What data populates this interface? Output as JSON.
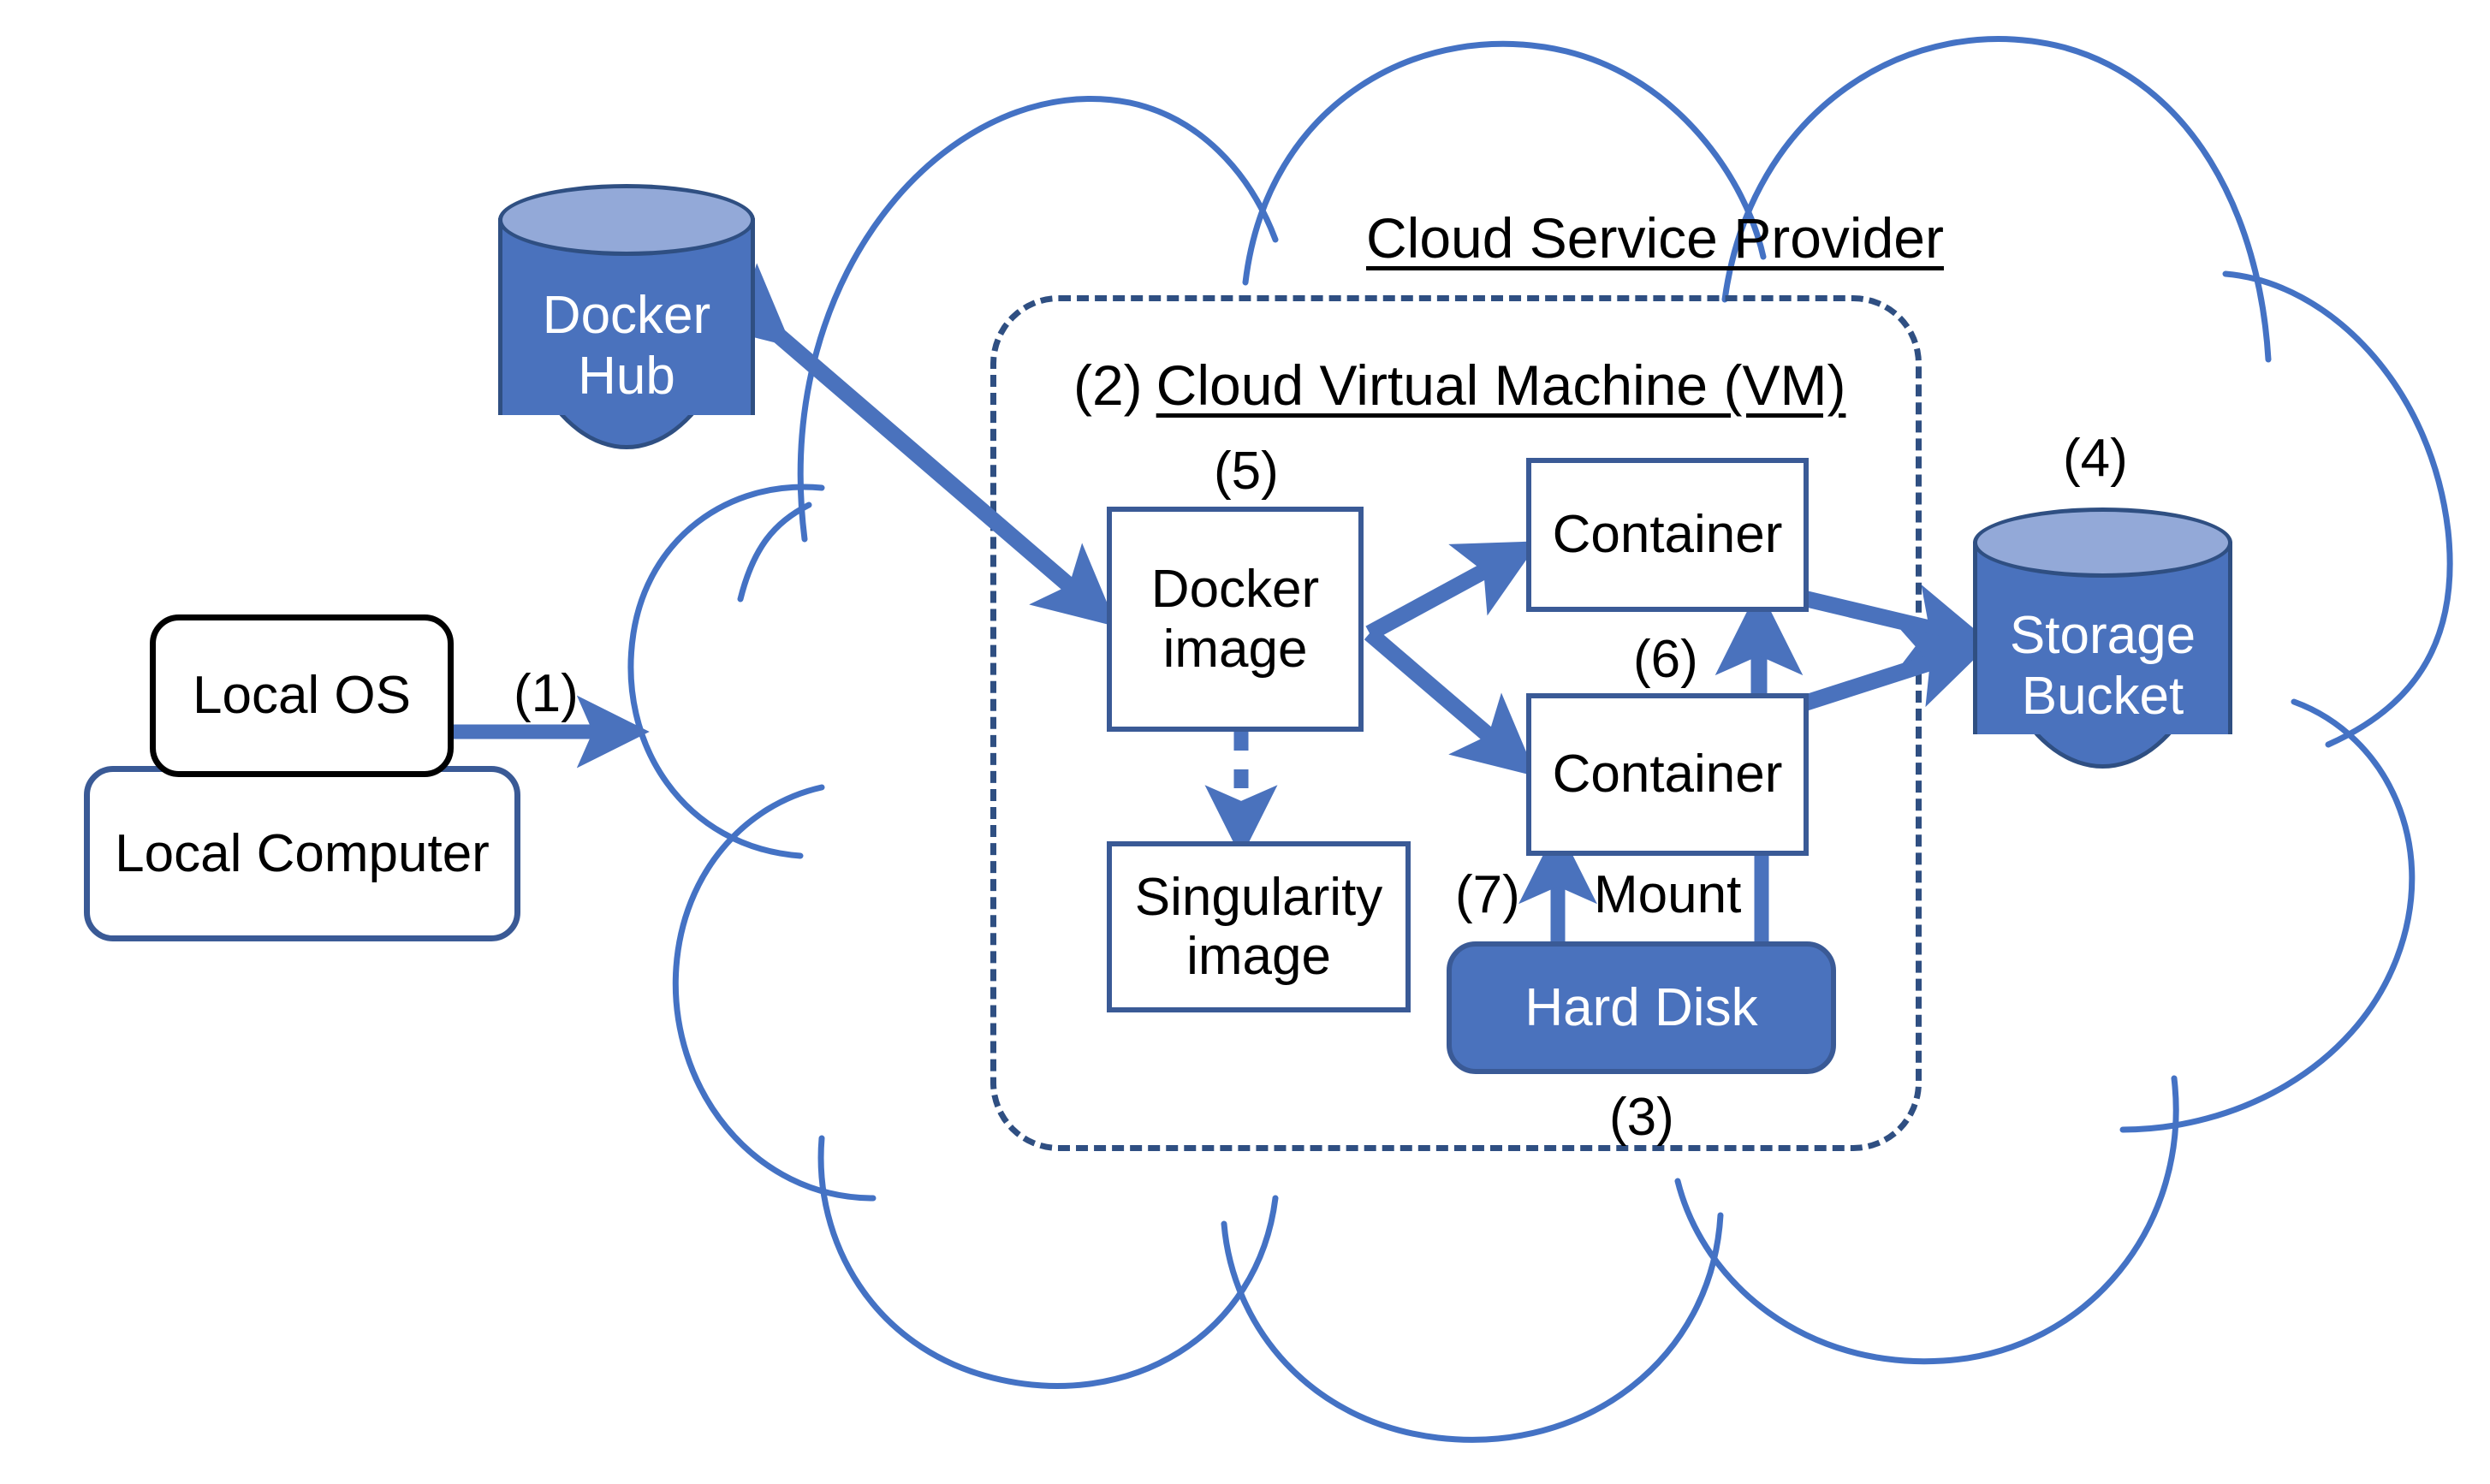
{
  "diagram": {
    "title_cloud": "Cloud Service Provider",
    "title_vm_prefix": "(2)",
    "title_vm": "Cloud Virtual Machine (VM)"
  },
  "nodes": {
    "local_os": "Local OS",
    "local_computer": "Local Computer",
    "docker_hub": "Docker\nHub",
    "docker_hub_line1": "Docker",
    "docker_hub_line2": "Hub",
    "docker_image_line1": "Docker",
    "docker_image_line2": "image",
    "singularity_line1": "Singularity",
    "singularity_line2": "image",
    "container_top": "Container",
    "container_bottom": "Container",
    "hard_disk": "Hard Disk",
    "storage_bucket_line1": "Storage",
    "storage_bucket_line2": "Bucket"
  },
  "labels": {
    "step1": "(1)",
    "step2": "(2)",
    "step3": "(3)",
    "step4": "(4)",
    "step5": "(5)",
    "step6": "(6)",
    "step7": "(7)",
    "mount": "Mount"
  },
  "colors": {
    "cloud_outline": "#4472c4",
    "box_border": "#3a5a96",
    "arrow": "#4a72bd",
    "cylinder_body": "#4a72bd",
    "cylinder_top": "#93a9d8",
    "cylinder_edge": "#2f4f82",
    "fill_blue": "#4a72bd",
    "text": "#000000",
    "text_on_fill": "#ffffff",
    "background": "#ffffff"
  }
}
